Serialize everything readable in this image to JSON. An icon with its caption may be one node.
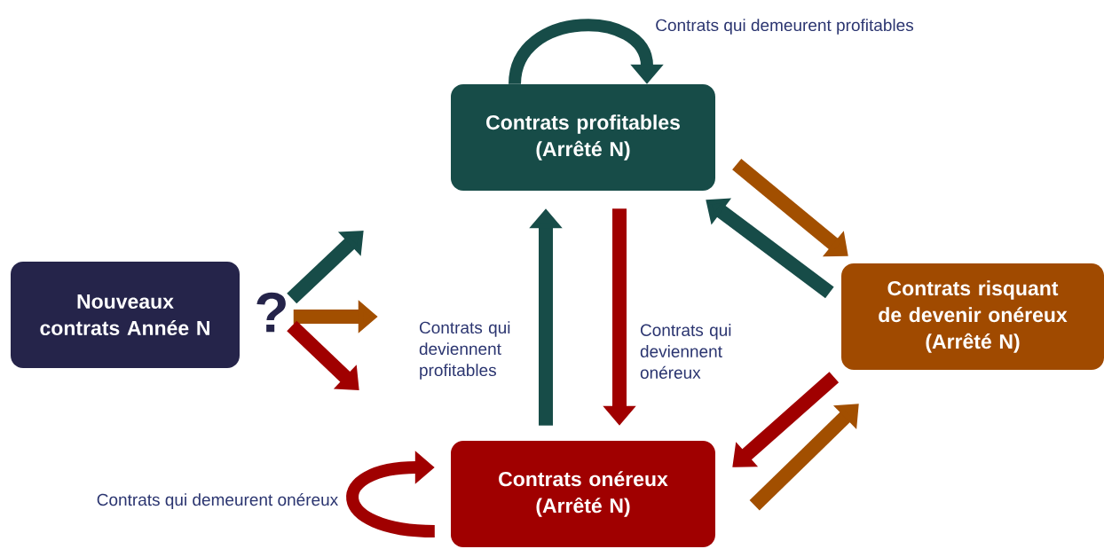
{
  "diagram": {
    "nodes": [
      {
        "text": [
          "Nouveaux contrats Année N"
        ]
      },
      {
        "text": [
          "Contrats profitables",
          "(Arrêté N)"
        ]
      },
      {
        "text": [
          "Contrats risquant de devenir onéreux",
          "(Arrêté N)"
        ]
      },
      {
        "text": [
          "Contrats onéreux",
          "(Arrêté N)"
        ]
      },
      {
        "text": [
          "?"
        ]
      }
    ],
    "edges": [
      {
        "from": 1,
        "to": 1,
        "arrow": "to",
        "label": "Contrats qui demeurent profitables",
        "color": "#174c48"
      },
      {
        "from": 1,
        "to": 2,
        "arrow": "to",
        "color": "#a24f00"
      },
      {
        "from": 2,
        "to": 1,
        "arrow": "to",
        "color": "#174c48"
      },
      {
        "from": 3,
        "to": 1,
        "arrow": "to",
        "label": "Contrats qui deviennent profitables",
        "color": "#174c48"
      },
      {
        "from": 1,
        "to": 3,
        "arrow": "to",
        "label": "Contrats qui deviennent onéreux",
        "color": "#a00000"
      },
      {
        "from": 2,
        "to": 3,
        "arrow": "to",
        "color": "#a00000"
      },
      {
        "from": 3,
        "to": 2,
        "arrow": "to",
        "color": "#a24f00"
      },
      {
        "from": 3,
        "to": 3,
        "arrow": "to",
        "label": "Contrats qui demeurent onéreux",
        "color": "#a00000"
      },
      {
        "from": 4,
        "to": null,
        "arrow": "to",
        "color": "#174c48"
      },
      {
        "from": 4,
        "to": null,
        "arrow": "to",
        "color": "#a24f00"
      },
      {
        "from": 4,
        "to": null,
        "arrow": "to",
        "color": "#a00000"
      }
    ]
  }
}
